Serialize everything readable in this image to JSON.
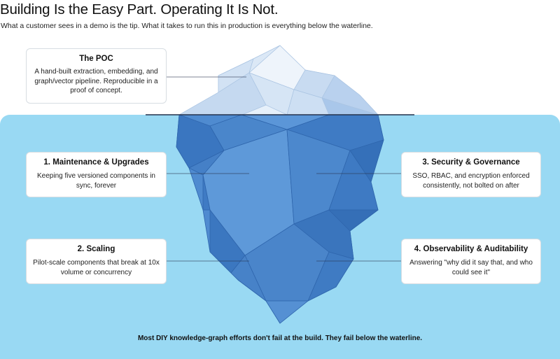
{
  "header": {
    "title": "Building Is the Easy Part. Operating It Is Not.",
    "subtitle": "What a customer sees in a demo is the tip. What it takes to run this in production is everything below the waterline."
  },
  "cards": {
    "poc": {
      "title": "The POC",
      "body": "A hand-built extraction, embedding, and graph/vector pipeline. Reproducible in a proof of concept."
    },
    "maintenance": {
      "title": "1. Maintenance & Upgrades",
      "body": "Keeping five versioned components in sync, forever"
    },
    "scaling": {
      "title": "2. Scaling",
      "body": "Pilot-scale components that break at 10x volume or concurrency"
    },
    "security": {
      "title": "3. Security & Governance",
      "body": "SSO, RBAC, and encryption enforced consistently, not bolted on after"
    },
    "observability": {
      "title": "4. Observability & Auditability",
      "body": "Answering \"why did it say that, and who could see it\""
    }
  },
  "footer": {
    "text": "Most DIY knowledge-graph efforts don't fail at the build. They fail below the waterline."
  },
  "colors": {
    "water": "#99d9f3",
    "tip_light": "#e8f1fb",
    "tip_mid": "#c9dcf2",
    "berg_dark": "#3f7cc4",
    "berg_mid": "#5a95d6",
    "waterline": "#2b3a55"
  }
}
